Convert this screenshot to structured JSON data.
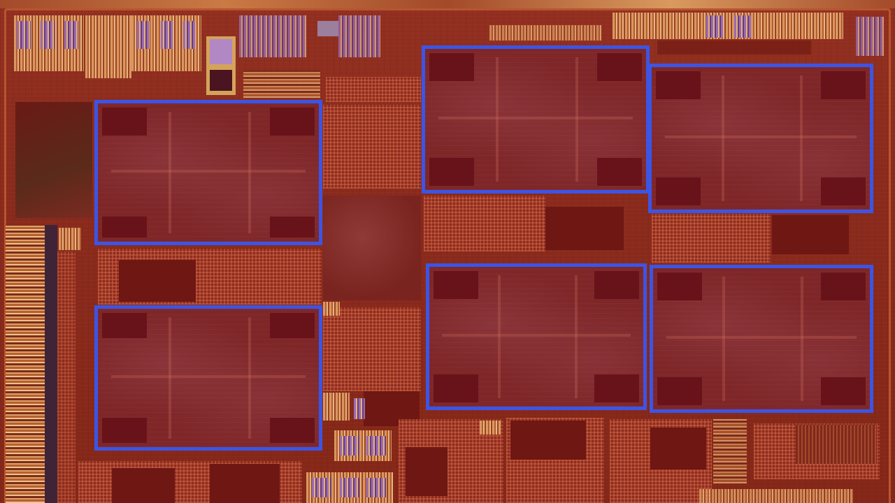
{
  "image": {
    "description_free": true,
    "highlight_color": "#3b55e6",
    "die_base_color": "#8a2a1c",
    "io_pad_color": "#cf8a52",
    "highlight_boxes": [
      {
        "id": "box-1"
      },
      {
        "id": "box-2"
      },
      {
        "id": "box-3"
      },
      {
        "id": "box-4"
      },
      {
        "id": "box-5"
      },
      {
        "id": "box-6"
      }
    ]
  }
}
